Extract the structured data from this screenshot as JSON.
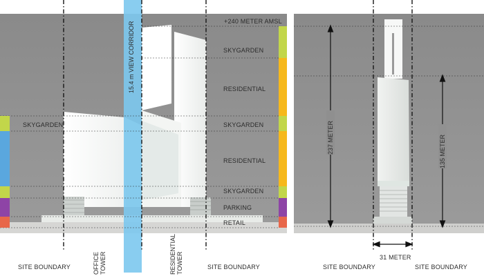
{
  "elevation_labels": {
    "top_level": "+240 METER AMSL",
    "left_skygarden": "SKYGARDEN"
  },
  "zones": [
    {
      "label": "SKYGARDEN",
      "color": "#c2d64a"
    },
    {
      "label": "RESIDENTIAL",
      "color": "#f6b81c"
    },
    {
      "label": "SKYGARDEN",
      "color": "#c2d64a"
    },
    {
      "label": "RESIDENTIAL",
      "color": "#f6b81c"
    },
    {
      "label": "SKYGARDEN",
      "color": "#c2d64a"
    },
    {
      "label": "PARKING",
      "color": "#8e44a6"
    },
    {
      "label": "RETAIL",
      "color": "#e8674a"
    }
  ],
  "left_bar_colors": [
    "#c2d64a",
    "#5aa7de",
    "#c2d64a",
    "#8e44a6",
    "#e8674a"
  ],
  "corridor": {
    "label": "15.4 m VIEW CORRIDOR",
    "color": "#7cc8ee"
  },
  "dimensions": {
    "total_height": "237 METER",
    "podium_height": "135 METER",
    "width": "31 METER"
  },
  "bottom_labels": {
    "site_boundary": "SITE BOUNDARY",
    "office_tower": "OFFICE TOWER",
    "residential_tower": "RESIDENTIAL TOWER"
  }
}
